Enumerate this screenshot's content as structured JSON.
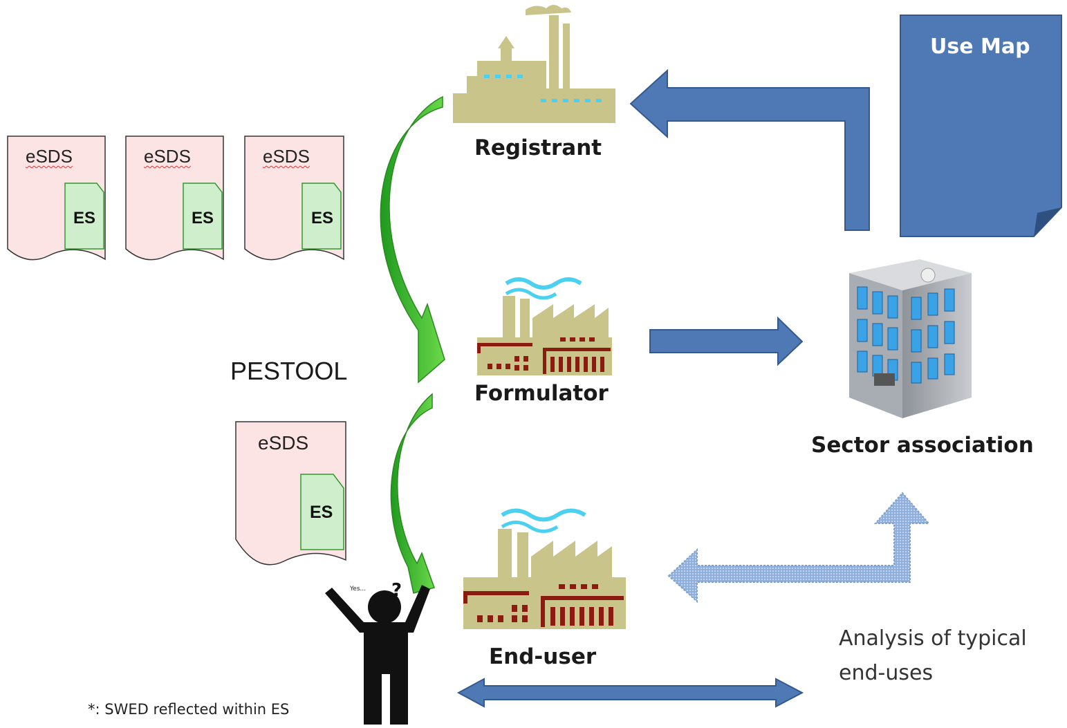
{
  "documents": [
    {
      "title": "eSDS",
      "badge": "ES"
    },
    {
      "title": "eSDS",
      "badge": "ES"
    },
    {
      "title": "eSDS",
      "badge": "ES"
    },
    {
      "title": "eSDS",
      "badge": "ES"
    }
  ],
  "actors": {
    "registrant": "Registrant",
    "formulator": "Formulator",
    "end_user": "End-user",
    "sector_association": "Sector association"
  },
  "use_map": "Use Map",
  "pestool": "PESTOOL",
  "analysis": {
    "line1": "Analysis of typical",
    "line2": "end-uses"
  },
  "footnote": "*: SWED reflected within ES",
  "person": {
    "speech": "Yes..."
  },
  "colors": {
    "green_arrow": "#3fbf2c",
    "blue_arrow": "#4f79b5",
    "factory": "#c9c48a",
    "dark_red": "#8b1a10",
    "doc_pink": "#fde4e4",
    "es_green": "#cfeecb"
  }
}
